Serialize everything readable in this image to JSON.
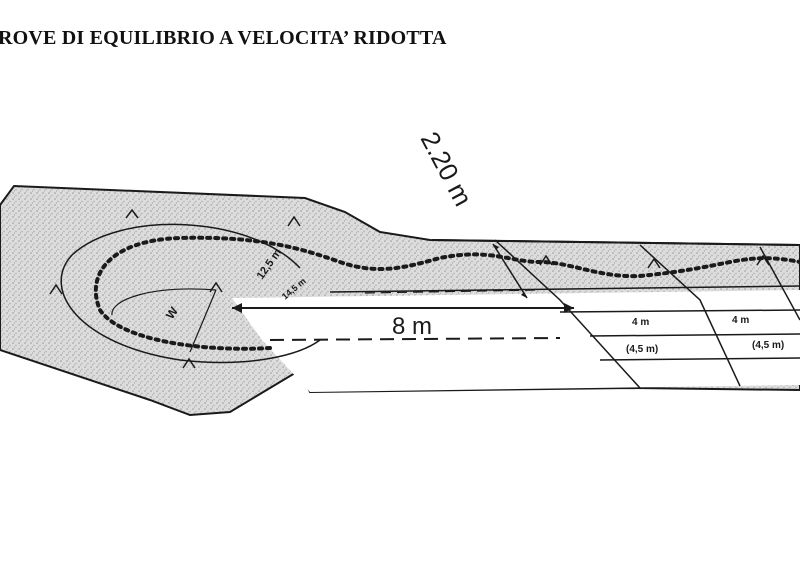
{
  "title": "ROVE DI EQUILIBRIO A VELOCITA’ RIDOTTA",
  "labels": {
    "width": "2.20 m",
    "length": "8 m",
    "turn_inner": "12,5 m",
    "turn_outer": "14,5 m",
    "gap_1": "4 m",
    "gap_2": "4 m",
    "gap_1_sub": "(4,5 m)",
    "gap_2_sub": "(4,5 m)",
    "radius": "W"
  },
  "colors": {
    "ink": "#1a1a1a",
    "surface": "#d9d9d9",
    "background": "#ffffff"
  }
}
